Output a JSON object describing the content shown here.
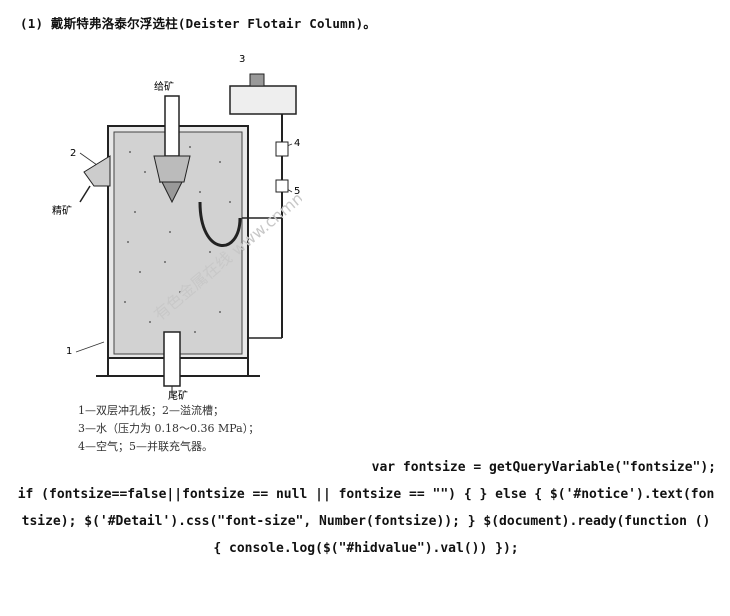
{
  "heading": "(1) 戴斯特弗洛泰尔浮选柱(Deister Flotair Column)。",
  "figure": {
    "labels": {
      "feed": "给矿",
      "concentrate": "精矿",
      "tailings": "尾矿",
      "n1": "1",
      "n2": "2",
      "n3": "3",
      "n4": "4",
      "n5": "5"
    },
    "caption": [
      "1—双层冲孔板；2—溢流槽；",
      "3—水（压力为 0.18～0.36 MPa）；",
      "4—空气；5—并联充气器。"
    ],
    "watermark": "有色金属在线 www.cnmn.com"
  },
  "code": {
    "line1": "var fontsize = getQueryVariable(\"fontsize\");",
    "rest": "if (fontsize==false||fontsize == null || fontsize == \"\") { } else { $('#notice').text(fontsize); $('#Detail').css(\"font-size\", Number(fontsize)); } $(document).ready(function () { console.log($(\"#hidvalue\").val()) });"
  }
}
